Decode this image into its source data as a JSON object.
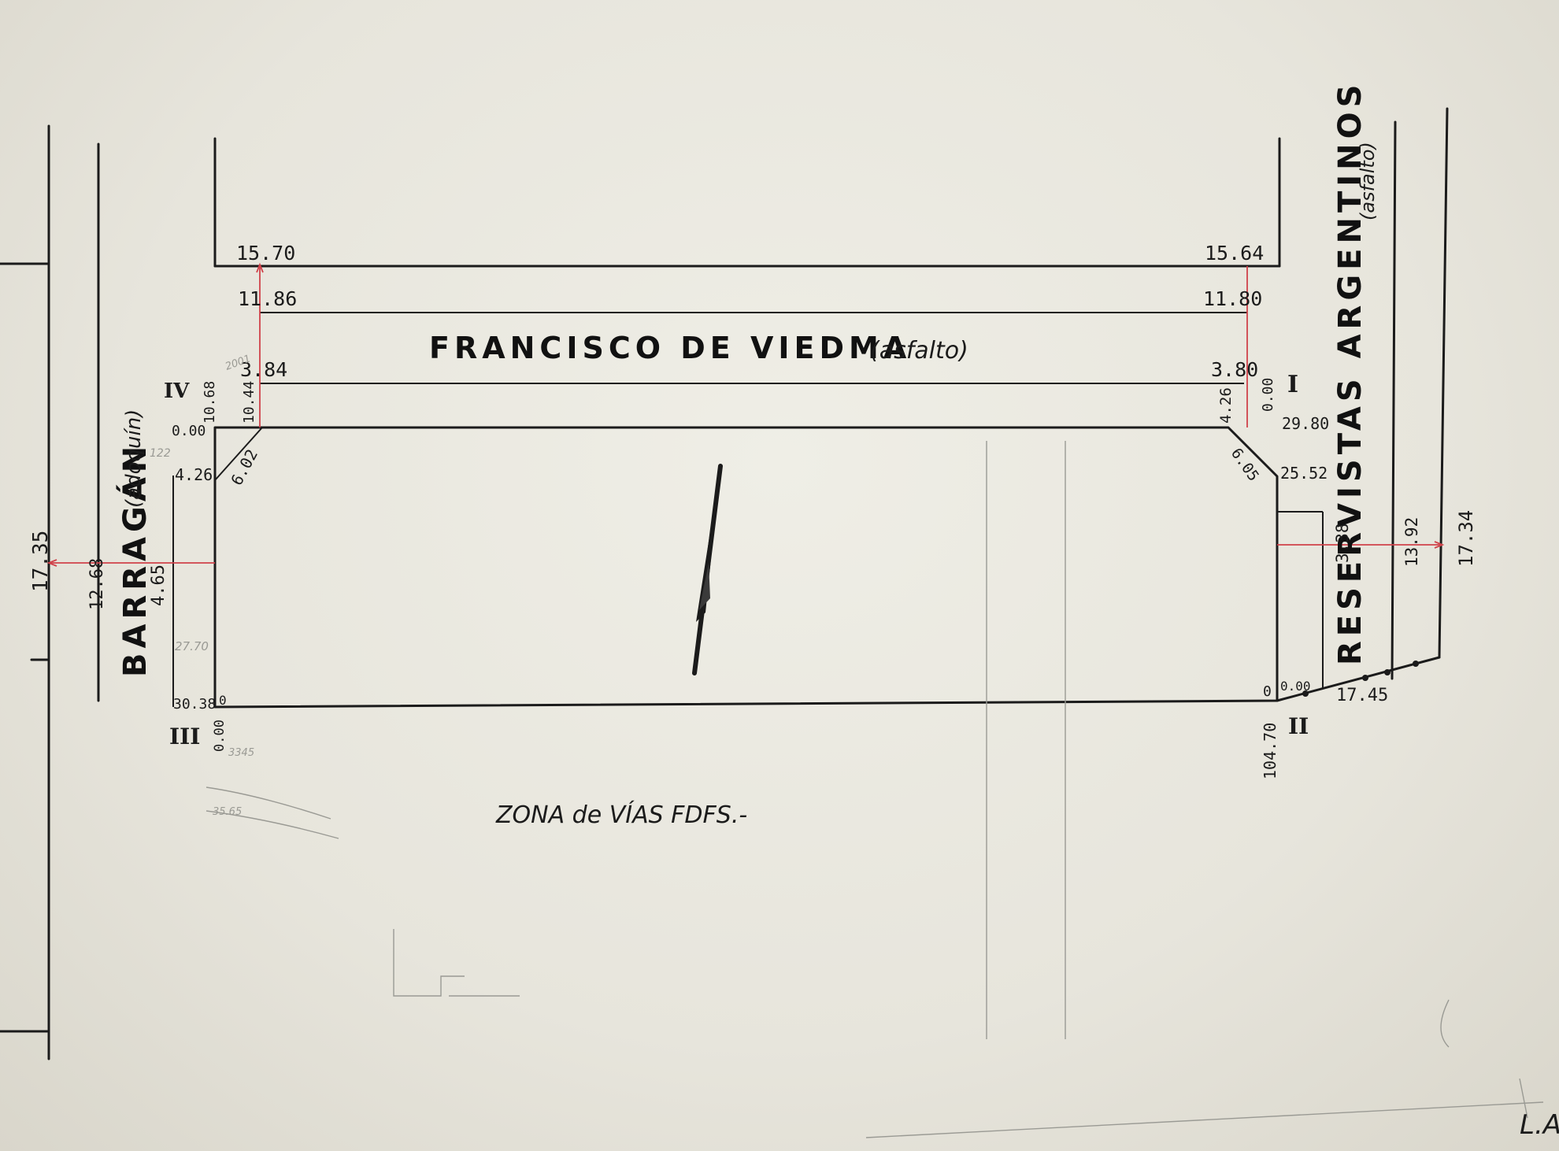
{
  "streets": {
    "top_name": "FRANCISCO DE VIEDMA",
    "top_surface": "(asfalto)",
    "left_name": "BARRAGÁN",
    "left_surface": "(adoquín)",
    "right_name": "RESERVISTAS ARGENTINOS",
    "right_surface": "(asfalto)",
    "bottom_zone": "ZONA de VÍAS FDFS.-"
  },
  "vertices": {
    "I": "I",
    "II": "II",
    "III": "III",
    "IV": "IV"
  },
  "measurements": {
    "top_left_15_70": "15.70",
    "top_left_11_86": "11.86",
    "top_left_3_84": "3.84",
    "top_right_15_64": "15.64",
    "top_right_11_80": "11.80",
    "top_right_3_80": "3.80",
    "iv_10_68": "10.68",
    "iv_10_44": "10.44",
    "iv_0_00": "0.00",
    "iv_6_02": "6.02",
    "left_4_26": "4.26",
    "left_4_65": "4.65",
    "left_12_68": "12.68",
    "left_17_35": "17.35",
    "iii_30_38": "30.38",
    "iii_0": "0",
    "iii_0_00": "0.00",
    "i_4_26": "4.26",
    "i_0_00": "0.00",
    "i_29_80": "29.80",
    "i_6_05": "6.05",
    "right_25_52": "25.52",
    "right_3_38": "3.38",
    "right_13_92": "13.92",
    "right_17_34": "17.34",
    "ii_0": "0",
    "ii_0_00": "0.00",
    "ii_104_70": "104.70",
    "ii_17_45": "17.45"
  },
  "pencil_notes": {
    "n_2001": "2001",
    "n_122": "122",
    "n_2770": "27.70",
    "n_3345": "3345",
    "n_3565": "35.65",
    "initials": "L.A."
  },
  "colors": {
    "ink": "#1b1b1b",
    "red_construction": "#d0424a",
    "pencil": "#9a9a94",
    "paper": "#e8e6dc"
  }
}
